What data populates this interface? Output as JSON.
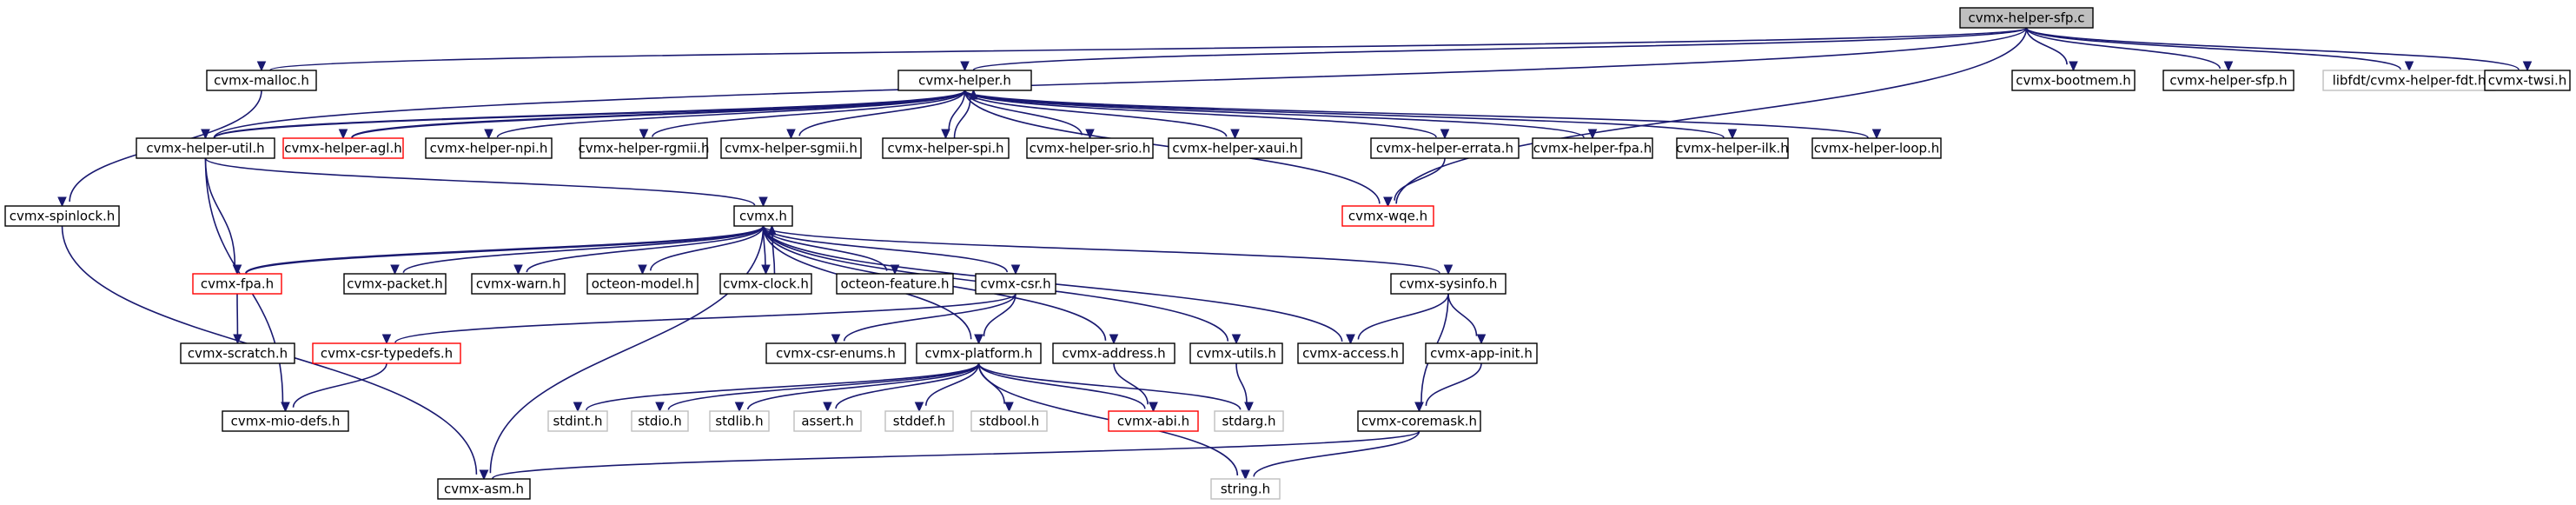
{
  "colors": {
    "edge": "#191970",
    "node_border": "#000000",
    "node_fill": "#ffffff",
    "root_fill": "#bfbfbf",
    "missing_border": "#bfbfbf",
    "missing_text": "#808080",
    "incomplete_border": "#ff0000"
  },
  "nodes": [
    {
      "id": "root",
      "label": "cvmx-helper-sfp.c",
      "kind": "root"
    },
    {
      "id": "malloc",
      "label": "cvmx-malloc.h",
      "kind": "normal"
    },
    {
      "id": "helper",
      "label": "cvmx-helper.h",
      "kind": "normal"
    },
    {
      "id": "bootmem",
      "label": "cvmx-bootmem.h",
      "kind": "normal"
    },
    {
      "id": "helpersfp",
      "label": "cvmx-helper-sfp.h",
      "kind": "normal"
    },
    {
      "id": "fdt",
      "label": "libfdt/cvmx-helper-fdt.h",
      "kind": "missing"
    },
    {
      "id": "twsi",
      "label": "cvmx-twsi.h",
      "kind": "normal"
    },
    {
      "id": "util",
      "label": "cvmx-helper-util.h",
      "kind": "normal"
    },
    {
      "id": "agl",
      "label": "cvmx-helper-agl.h",
      "kind": "incomplete"
    },
    {
      "id": "npi",
      "label": "cvmx-helper-npi.h",
      "kind": "normal"
    },
    {
      "id": "rgmii",
      "label": "cvmx-helper-rgmii.h",
      "kind": "normal"
    },
    {
      "id": "sgmii",
      "label": "cvmx-helper-sgmii.h",
      "kind": "normal"
    },
    {
      "id": "spi",
      "label": "cvmx-helper-spi.h",
      "kind": "normal"
    },
    {
      "id": "srio",
      "label": "cvmx-helper-srio.h",
      "kind": "normal"
    },
    {
      "id": "xaui",
      "label": "cvmx-helper-xaui.h",
      "kind": "normal"
    },
    {
      "id": "errata",
      "label": "cvmx-helper-errata.h",
      "kind": "normal"
    },
    {
      "id": "hfpa",
      "label": "cvmx-helper-fpa.h",
      "kind": "normal"
    },
    {
      "id": "ilk",
      "label": "cvmx-helper-ilk.h",
      "kind": "normal"
    },
    {
      "id": "loop",
      "label": "cvmx-helper-loop.h",
      "kind": "normal"
    },
    {
      "id": "spinlock",
      "label": "cvmx-spinlock.h",
      "kind": "normal"
    },
    {
      "id": "cvmx",
      "label": "cvmx.h",
      "kind": "normal"
    },
    {
      "id": "wqe",
      "label": "cvmx-wqe.h",
      "kind": "incomplete"
    },
    {
      "id": "fpa",
      "label": "cvmx-fpa.h",
      "kind": "incomplete"
    },
    {
      "id": "packet",
      "label": "cvmx-packet.h",
      "kind": "normal"
    },
    {
      "id": "warn",
      "label": "cvmx-warn.h",
      "kind": "normal"
    },
    {
      "id": "model",
      "label": "octeon-model.h",
      "kind": "normal"
    },
    {
      "id": "clock",
      "label": "cvmx-clock.h",
      "kind": "normal"
    },
    {
      "id": "feature",
      "label": "octeon-feature.h",
      "kind": "normal"
    },
    {
      "id": "csr",
      "label": "cvmx-csr.h",
      "kind": "normal"
    },
    {
      "id": "sysinfo",
      "label": "cvmx-sysinfo.h",
      "kind": "normal"
    },
    {
      "id": "scratch",
      "label": "cvmx-scratch.h",
      "kind": "normal"
    },
    {
      "id": "typedefs",
      "label": "cvmx-csr-typedefs.h",
      "kind": "incomplete"
    },
    {
      "id": "enums",
      "label": "cvmx-csr-enums.h",
      "kind": "normal"
    },
    {
      "id": "platform",
      "label": "cvmx-platform.h",
      "kind": "normal"
    },
    {
      "id": "address",
      "label": "cvmx-address.h",
      "kind": "normal"
    },
    {
      "id": "utils",
      "label": "cvmx-utils.h",
      "kind": "normal"
    },
    {
      "id": "access",
      "label": "cvmx-access.h",
      "kind": "normal"
    },
    {
      "id": "appinit",
      "label": "cvmx-app-init.h",
      "kind": "normal"
    },
    {
      "id": "miodefs",
      "label": "cvmx-mio-defs.h",
      "kind": "normal"
    },
    {
      "id": "stdint",
      "label": "stdint.h",
      "kind": "missing"
    },
    {
      "id": "stdio",
      "label": "stdio.h",
      "kind": "missing"
    },
    {
      "id": "stdlib",
      "label": "stdlib.h",
      "kind": "missing"
    },
    {
      "id": "assert",
      "label": "assert.h",
      "kind": "missing"
    },
    {
      "id": "stddef",
      "label": "stddef.h",
      "kind": "missing"
    },
    {
      "id": "stdbool",
      "label": "stdbool.h",
      "kind": "missing"
    },
    {
      "id": "abi",
      "label": "cvmx-abi.h",
      "kind": "incomplete"
    },
    {
      "id": "stdarg",
      "label": "stdarg.h",
      "kind": "missing"
    },
    {
      "id": "coremask",
      "label": "cvmx-coremask.h",
      "kind": "normal"
    },
    {
      "id": "asm",
      "label": "cvmx-asm.h",
      "kind": "normal"
    },
    {
      "id": "string",
      "label": "string.h",
      "kind": "missing"
    }
  ],
  "edges": [
    [
      "root",
      "malloc"
    ],
    [
      "root",
      "helper"
    ],
    [
      "root",
      "bootmem"
    ],
    [
      "root",
      "helpersfp"
    ],
    [
      "root",
      "fdt"
    ],
    [
      "root",
      "twsi"
    ],
    [
      "root",
      "util"
    ],
    [
      "root",
      "wqe"
    ],
    [
      "malloc",
      "spinlock"
    ],
    [
      "helper",
      "util"
    ],
    [
      "helper",
      "agl"
    ],
    [
      "helper",
      "npi"
    ],
    [
      "helper",
      "rgmii"
    ],
    [
      "helper",
      "sgmii"
    ],
    [
      "helper",
      "spi"
    ],
    [
      "helper",
      "srio"
    ],
    [
      "helper",
      "xaui"
    ],
    [
      "helper",
      "errata"
    ],
    [
      "helper",
      "hfpa"
    ],
    [
      "helper",
      "ilk"
    ],
    [
      "helper",
      "loop"
    ],
    [
      "helper",
      "wqe"
    ],
    [
      "util",
      "helper"
    ],
    [
      "util",
      "cvmx"
    ],
    [
      "util",
      "fpa"
    ],
    [
      "util",
      "miodefs"
    ],
    [
      "agl",
      "helper"
    ],
    [
      "spi",
      "helper"
    ],
    [
      "errata",
      "wqe"
    ],
    [
      "spinlock",
      "asm"
    ],
    [
      "cvmx",
      "fpa"
    ],
    [
      "cvmx",
      "packet"
    ],
    [
      "cvmx",
      "warn"
    ],
    [
      "cvmx",
      "model"
    ],
    [
      "cvmx",
      "clock"
    ],
    [
      "cvmx",
      "feature"
    ],
    [
      "cvmx",
      "csr"
    ],
    [
      "cvmx",
      "platform"
    ],
    [
      "cvmx",
      "address"
    ],
    [
      "cvmx",
      "utils"
    ],
    [
      "cvmx",
      "access"
    ],
    [
      "cvmx",
      "sysinfo"
    ],
    [
      "cvmx",
      "asm"
    ],
    [
      "fpa",
      "cvmx"
    ],
    [
      "fpa",
      "scratch"
    ],
    [
      "clock",
      "cvmx"
    ],
    [
      "csr",
      "typedefs"
    ],
    [
      "csr",
      "enums"
    ],
    [
      "csr",
      "platform"
    ],
    [
      "typedefs",
      "miodefs"
    ],
    [
      "platform",
      "stdint"
    ],
    [
      "platform",
      "stdio"
    ],
    [
      "platform",
      "stdlib"
    ],
    [
      "platform",
      "assert"
    ],
    [
      "platform",
      "stddef"
    ],
    [
      "platform",
      "stdbool"
    ],
    [
      "platform",
      "abi"
    ],
    [
      "platform",
      "stdarg"
    ],
    [
      "platform",
      "string"
    ],
    [
      "address",
      "abi"
    ],
    [
      "utils",
      "stdarg"
    ],
    [
      "sysinfo",
      "access"
    ],
    [
      "sysinfo",
      "appinit"
    ],
    [
      "sysinfo",
      "coremask"
    ],
    [
      "appinit",
      "coremask"
    ],
    [
      "coremask",
      "asm"
    ],
    [
      "coremask",
      "string"
    ]
  ]
}
